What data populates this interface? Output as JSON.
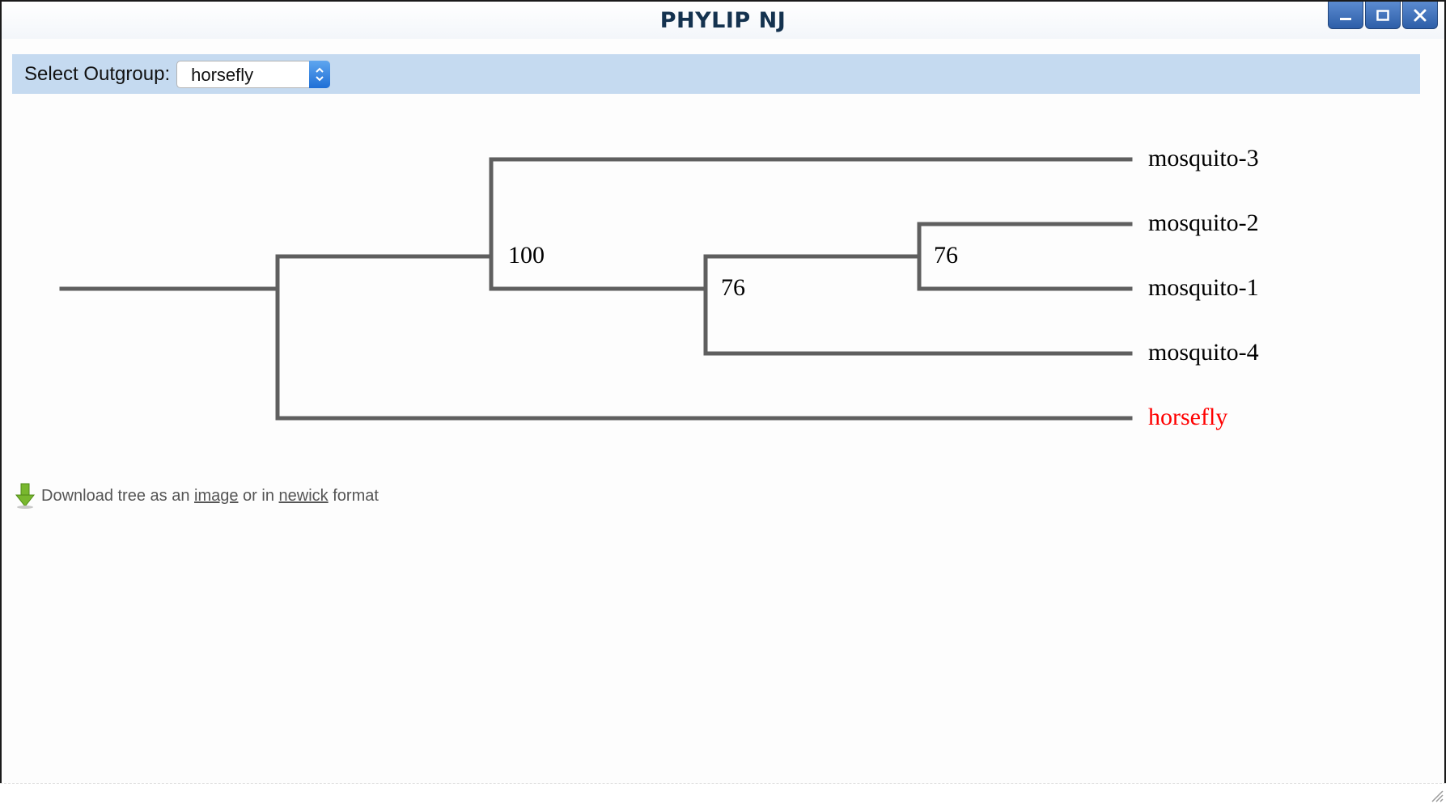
{
  "window": {
    "title": "PHYLIP NJ",
    "controls": [
      "minimize-icon",
      "maximize-icon",
      "close-icon"
    ]
  },
  "toolbar": {
    "label": "Select Outgroup:",
    "select": {
      "value": "horsefly"
    }
  },
  "tree": {
    "leaves": [
      {
        "label": "mosquito-3",
        "color": "#000000"
      },
      {
        "label": "mosquito-2",
        "color": "#000000"
      },
      {
        "label": "mosquito-1",
        "color": "#000000"
      },
      {
        "label": "mosquito-4",
        "color": "#000000"
      },
      {
        "label": "horsefly",
        "color": "#ff0000"
      }
    ],
    "support_values": [
      "100",
      "76",
      "76"
    ],
    "line_color": "#5f5f5f"
  },
  "download": {
    "prefix": "Download tree as an ",
    "image_link": "image",
    "middle": " or in ",
    "newick_link": "newick",
    "suffix": " format",
    "icon": "download-arrow-icon"
  }
}
